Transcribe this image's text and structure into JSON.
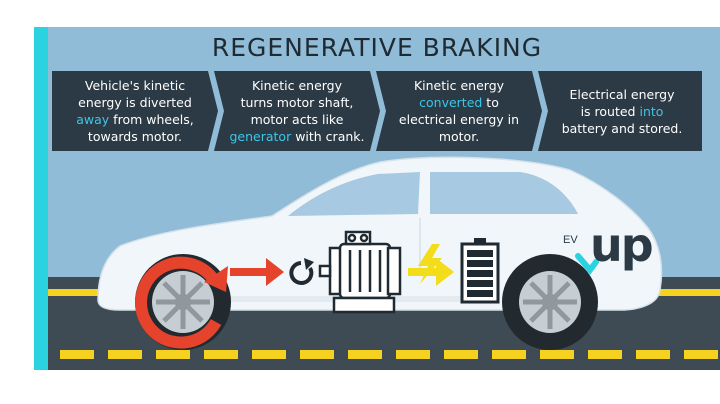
{
  "title": "REGENERATIVE BRAKING",
  "steps": [
    {
      "line1": "Vehicle's kinetic",
      "line2": "energy is diverted",
      "line3_hl": "away",
      "line3_rest": " from wheels,",
      "line4": "towards motor."
    },
    {
      "line1": "Kinetic energy",
      "line2": "turns motor shaft,",
      "line3": "motor acts like",
      "line4_hl": "generator",
      "line4_rest": " with crank."
    },
    {
      "line1": "Kinetic energy",
      "line2_hl": "converted",
      "line2_rest": " to",
      "line3": "electrical energy in",
      "line4": "motor."
    },
    {
      "line1": "Electrical energy",
      "line2_pre": "is routed ",
      "line2_hl": "into",
      "line3": "battery and stored."
    }
  ],
  "logo": {
    "small": "EV",
    "big": "up"
  },
  "colors": {
    "sky": "#90bcd7",
    "accent_bar": "#2ad3df",
    "banner": "#2b3a44",
    "highlight": "#3cc6e8",
    "road": "#3e4a54",
    "road_stripe": "#f4d21f",
    "car_body": "#f1f6fa",
    "arrow_red": "#e5432b",
    "arrow_yellow": "#f3dc1a"
  },
  "icons": [
    "wheel-icon",
    "rotation-arrow-icon",
    "red-arrow-icon",
    "crank-icon",
    "motor-icon",
    "lightning-icon",
    "yellow-arrow-icon",
    "battery-icon",
    "logo-icon"
  ]
}
